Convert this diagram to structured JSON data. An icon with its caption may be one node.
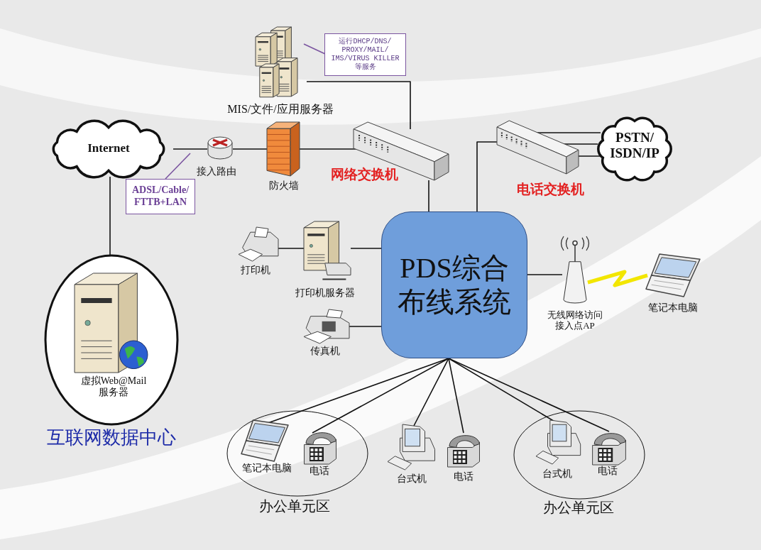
{
  "diagram": {
    "nodes": [
      {
        "text": [
          "Internet"
        ]
      },
      {
        "text": [
          "接入路由"
        ]
      },
      {
        "text": [
          "防火墙"
        ]
      },
      {
        "text": [
          "MIS/文件/应用服务器"
        ]
      },
      {
        "text": [
          "运行DHCP/DNS/ PROXY/MAIL/ IMS/VIRUS KILLER 等服务"
        ]
      },
      {
        "text": [
          "ADSL/Cable/ FTTB+LAN"
        ]
      },
      {
        "text": [
          "网络交换机"
        ]
      },
      {
        "text": [
          "电话交换机"
        ]
      },
      {
        "text": [
          "PSTN/ ISDN/IP"
        ]
      },
      {
        "text": [
          "PDS综合布线系统"
        ]
      },
      {
        "text": [
          "打印机"
        ]
      },
      {
        "text": [
          "打印机服务器"
        ]
      },
      {
        "text": [
          "传真机"
        ]
      },
      {
        "text": [
          "无线网络访问接入点AP"
        ]
      },
      {
        "text": [
          "笔记本电脑"
        ]
      },
      {
        "text": [
          "互联网数据中心"
        ]
      },
      {
        "text": [
          "虚拟Web@Mail 服务器"
        ],
        "in": 15
      },
      {
        "text": [
          "办公单元区"
        ]
      },
      {
        "text": [
          "笔记本电脑"
        ],
        "in": 17
      },
      {
        "text": [
          "电话"
        ],
        "in": 17
      },
      {
        "text": [
          "台式机"
        ]
      },
      {
        "text": [
          "电话"
        ]
      },
      {
        "text": [
          "办公单元区"
        ]
      },
      {
        "text": [
          "台式机"
        ],
        "in": 22
      },
      {
        "text": [
          "电话"
        ],
        "in": 22
      }
    ],
    "edges": [
      {
        "from": 0,
        "to": 1,
        "arrow": "none"
      },
      {
        "from": 1,
        "to": 2,
        "arrow": "none"
      },
      {
        "from": 2,
        "to": 6,
        "arrow": "none"
      },
      {
        "from": 3,
        "to": 6,
        "arrow": "none"
      },
      {
        "from": 6,
        "to": 9,
        "arrow": "none"
      },
      {
        "from": 9,
        "to": 7,
        "arrow": "none"
      },
      {
        "from": 7,
        "to": 8,
        "arrow": "none"
      },
      {
        "from": 7,
        "to": 8,
        "arrow": "none"
      },
      {
        "from": 7,
        "to": 8,
        "arrow": "none"
      },
      {
        "from": 0,
        "to": 15,
        "arrow": "none"
      },
      {
        "from": 10,
        "to": 11,
        "arrow": "none"
      },
      {
        "from": 11,
        "to": 9,
        "arrow": "none"
      },
      {
        "from": 12,
        "to": 9,
        "arrow": "none"
      },
      {
        "from": 9,
        "to": 13,
        "arrow": "none"
      },
      {
        "from": 13,
        "to": 14,
        "arrow": "none",
        "style": "thick",
        "color": "#f2e600"
      },
      {
        "from": 9,
        "to": 18,
        "arrow": "none"
      },
      {
        "from": 9,
        "to": 19,
        "arrow": "none"
      },
      {
        "from": 9,
        "to": 20,
        "arrow": "none"
      },
      {
        "from": 9,
        "to": 21,
        "arrow": "none"
      },
      {
        "from": 9,
        "to": 23,
        "arrow": "none"
      },
      {
        "from": 9,
        "to": 24,
        "arrow": "none"
      },
      {
        "from": 4,
        "to": 3,
        "arrow": "none",
        "color": "#7b55a0"
      },
      {
        "from": 5,
        "to": null,
        "arrow": "none",
        "color": "#7b55a0"
      }
    ]
  }
}
